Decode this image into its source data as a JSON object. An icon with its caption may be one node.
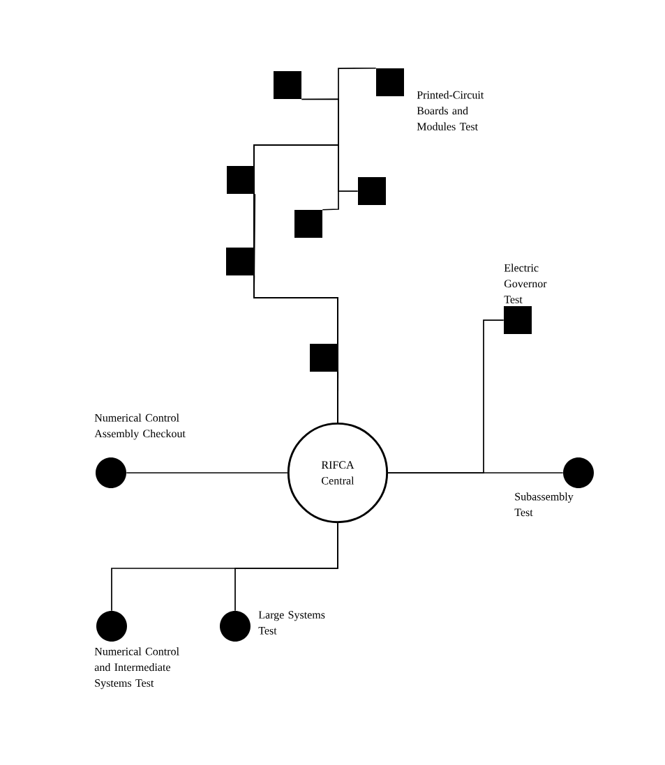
{
  "diagram": {
    "nodes": [
      {
        "text": [
          "RIFCA Central"
        ]
      },
      {
        "text": [],
        "shape": "box"
      },
      {
        "text": [],
        "shape": "box"
      },
      {
        "text": [],
        "shape": "box"
      },
      {
        "text": [],
        "shape": "box"
      },
      {
        "text": [],
        "shape": "box"
      },
      {
        "text": [],
        "shape": "box"
      },
      {
        "text": [],
        "shape": "box"
      },
      {
        "text": [],
        "shape": "box",
        "beside": [
          "Electric Governor Test"
        ]
      },
      {
        "text": [],
        "shape": "circle",
        "beside": [
          "Numerical Control Assembly Checkout"
        ]
      },
      {
        "text": [],
        "shape": "circle",
        "beside": [
          "Subassembly Test"
        ]
      },
      {
        "text": [],
        "shape": "circle",
        "beside": [
          "Numerical Control and Intermediate Systems Test"
        ]
      },
      {
        "text": [],
        "shape": "circle",
        "beside": [
          "Large Systems Test"
        ]
      }
    ],
    "edges": [
      {
        "from": 0,
        "to": 1,
        "arrow": "none"
      },
      {
        "from": 0,
        "to": 2,
        "arrow": "none"
      },
      {
        "from": 0,
        "to": 3,
        "arrow": "none"
      },
      {
        "from": 0,
        "to": 4,
        "arrow": "none"
      },
      {
        "from": 0,
        "to": 5,
        "arrow": "none"
      },
      {
        "from": 0,
        "to": 6,
        "arrow": "none"
      },
      {
        "from": 0,
        "to": 7,
        "arrow": "none"
      },
      {
        "from": 0,
        "to": 8,
        "arrow": "none"
      },
      {
        "from": 0,
        "to": 9,
        "arrow": "none"
      },
      {
        "from": 0,
        "to": 10,
        "arrow": "none"
      },
      {
        "from": 0,
        "to": 11,
        "arrow": "none"
      },
      {
        "from": 0,
        "to": 12,
        "arrow": "none"
      }
    ],
    "labels": [
      "Printed-Circuit Boards and Modules Test"
    ]
  }
}
